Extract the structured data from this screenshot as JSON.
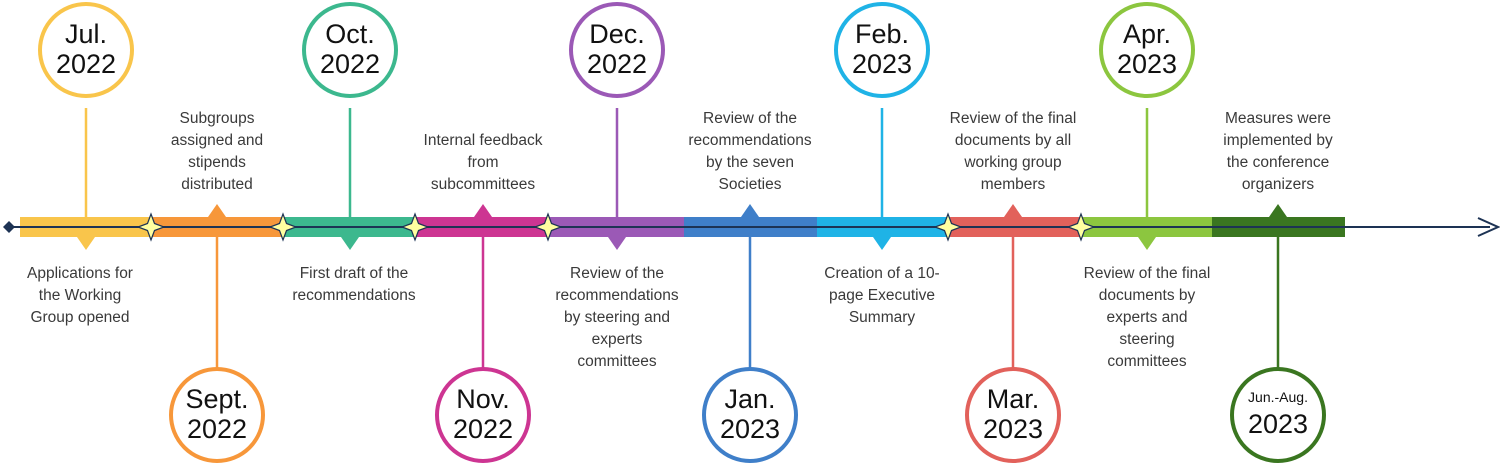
{
  "events": [
    {
      "month": "Jul.",
      "year": "2022",
      "color": "#F9C54B",
      "text": [
        "Applications for",
        "the Working",
        "Group opened"
      ]
    },
    {
      "month": "Sept.",
      "year": "2022",
      "color": "#F7973A",
      "text": [
        "Subgroups",
        "assigned and",
        "stipends",
        "distributed"
      ]
    },
    {
      "month": "Oct.",
      "year": "2022",
      "color": "#3CB88E",
      "text": [
        "First draft of the",
        "recommendations"
      ]
    },
    {
      "month": "Nov.",
      "year": "2022",
      "color": "#CD3592",
      "text": [
        "Internal feedback",
        "from",
        "subcommittees"
      ]
    },
    {
      "month": "Dec.",
      "year": "2022",
      "color": "#9B59B6",
      "text": [
        "Review of the",
        "recommendations",
        "by steering and",
        "experts",
        "committees"
      ]
    },
    {
      "month": "Jan.",
      "year": "2023",
      "color": "#3F7FC9",
      "text": [
        "Review of the",
        "recommendations",
        "by the seven",
        "Societies"
      ]
    },
    {
      "month": "Feb.",
      "year": "2023",
      "color": "#1FB3E6",
      "text": [
        "Creation of a 10-",
        "page Executive",
        "Summary"
      ]
    },
    {
      "month": "Mar.",
      "year": "2023",
      "color": "#E2615B",
      "text": [
        "Review of the final",
        "documents by all",
        "working group",
        "members"
      ]
    },
    {
      "month": "Apr.",
      "year": "2023",
      "color": "#8CC63F",
      "text": [
        "Review of the final",
        "documents by",
        "experts and",
        "steering",
        "committees"
      ]
    },
    {
      "month": "Jun.-Aug.",
      "year": "2023",
      "color": "#3A7620",
      "text": [
        "Measures were",
        "implemented by",
        "the conference",
        "organizers"
      ]
    }
  ]
}
